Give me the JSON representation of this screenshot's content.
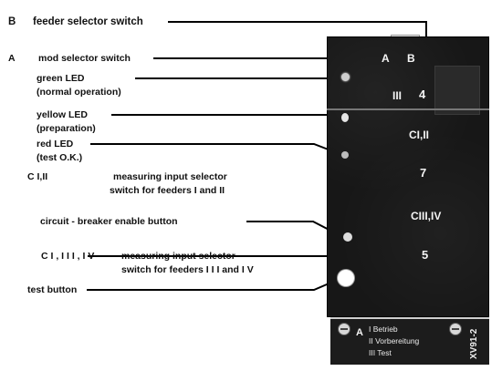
{
  "labels": {
    "feeder_letter": "B",
    "feeder": "feeder selector switch",
    "mod_letter": "A",
    "mod": "mod selector switch",
    "green_led": "green LED",
    "green_led_note": "(normal operation)",
    "yellow_led": "yellow LED",
    "yellow_led_note": "(preparation)",
    "red_led": "red LED",
    "red_led_note": "(test O.K.)",
    "ci_ii_tag": "C I,II",
    "ci_ii_line1": "measuring input selector",
    "ci_ii_line2": "switch for feeders  I  and  II",
    "cb_enable": "circuit   -   breaker enable  button",
    "ci_iii_iv_tag": "C I , I I I , I V",
    "ci_iii_iv_line1": "measuring input selector",
    "ci_iii_iv_line2": "switch for feeders  I I I  and  I V",
    "test_button": "test button"
  },
  "panel": {
    "col_a": "A",
    "col_b": "B",
    "roman_iii": "III",
    "num_4": "4",
    "ci_ii": "CI,II",
    "num_7": "7",
    "ciii_iv": "CIII,IV",
    "num_5": "5",
    "legend_i": "I  Betrieb",
    "legend_ii": "II  Vorbereitung",
    "legend_iii": "III Test",
    "model": "XV91-2"
  },
  "colors": {
    "panel": "#171717",
    "leader": "#000000",
    "text": "#111111"
  }
}
